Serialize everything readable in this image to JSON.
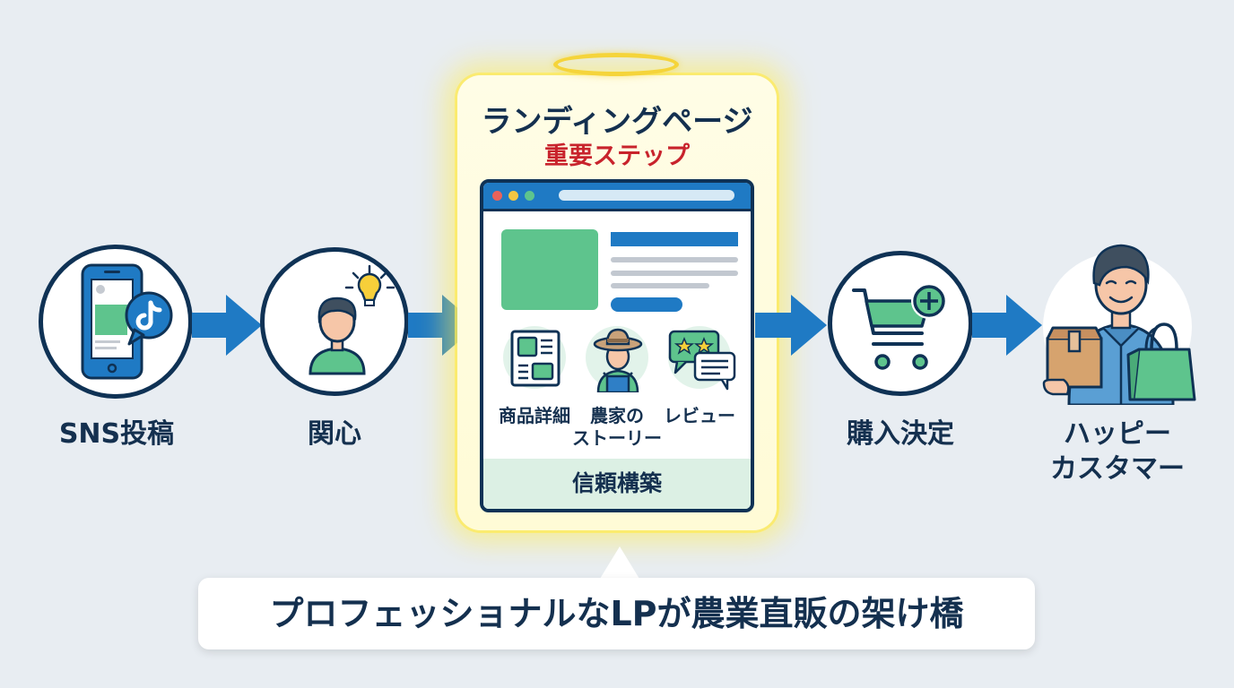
{
  "diagram": {
    "steps": [
      {
        "id": "sns",
        "label": "SNS投稿",
        "icon": "smartphone-music-note-icon"
      },
      {
        "id": "interest",
        "label": "関心",
        "icon": "person-lightbulb-icon"
      },
      {
        "id": "lp",
        "label": "ランディングページ",
        "icon": "browser-window-icon"
      },
      {
        "id": "purchase",
        "label": "購入決定",
        "icon": "shopping-cart-plus-icon"
      },
      {
        "id": "happy",
        "label_line1": "ハッピー",
        "label_line2": "カスタマー",
        "icon": "customer-box-bag-icon"
      }
    ],
    "landing_page": {
      "title": "ランディングページ",
      "subtitle": "重要ステップ",
      "features": [
        {
          "label_line1": "商品詳細",
          "label_line2": "",
          "icon": "product-document-icon"
        },
        {
          "label_line1": "農家の",
          "label_line2": "ストーリー",
          "icon": "farmer-icon"
        },
        {
          "label_line1": "レビュー",
          "label_line2": "",
          "icon": "review-chat-stars-icon"
        }
      ],
      "trust_label": "信頼構築"
    },
    "callout": "プロフェッショナルなLPが農業直販の架け橋",
    "colors": {
      "background": "#e8edf2",
      "navy": "#0f3255",
      "blue": "#1f7ac4",
      "green": "#5ec48d",
      "red": "#c8232c",
      "glow": "#fff06a"
    }
  }
}
